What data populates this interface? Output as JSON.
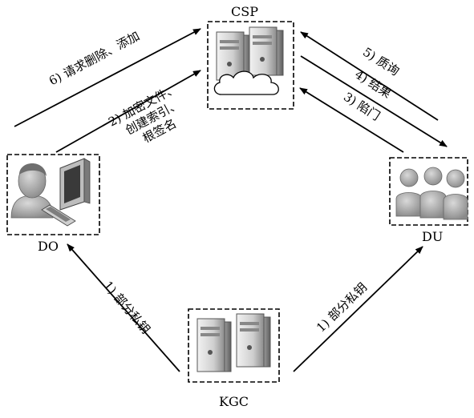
{
  "nodes": {
    "csp": "CSP",
    "do": "DO",
    "du": "DU",
    "kgc": "KGC"
  },
  "edges": {
    "do_to_csp_top": "6) 请求删除、添加",
    "do_to_csp": [
      "2) 加密文件、",
      "创建索引、",
      "根签名"
    ],
    "du_to_csp_query": "5) 质询",
    "csp_to_du_result": "4) 结果",
    "du_to_csp_trapdoor": "3) 陷门",
    "kgc_to_do": "1) 部分私钥",
    "kgc_to_du": "1) 部分私钥"
  },
  "colors": {
    "line": "#000000",
    "server_light": "#e6e6e6",
    "server_dark": "#7a7a7a",
    "person": "#9a9a9a"
  }
}
